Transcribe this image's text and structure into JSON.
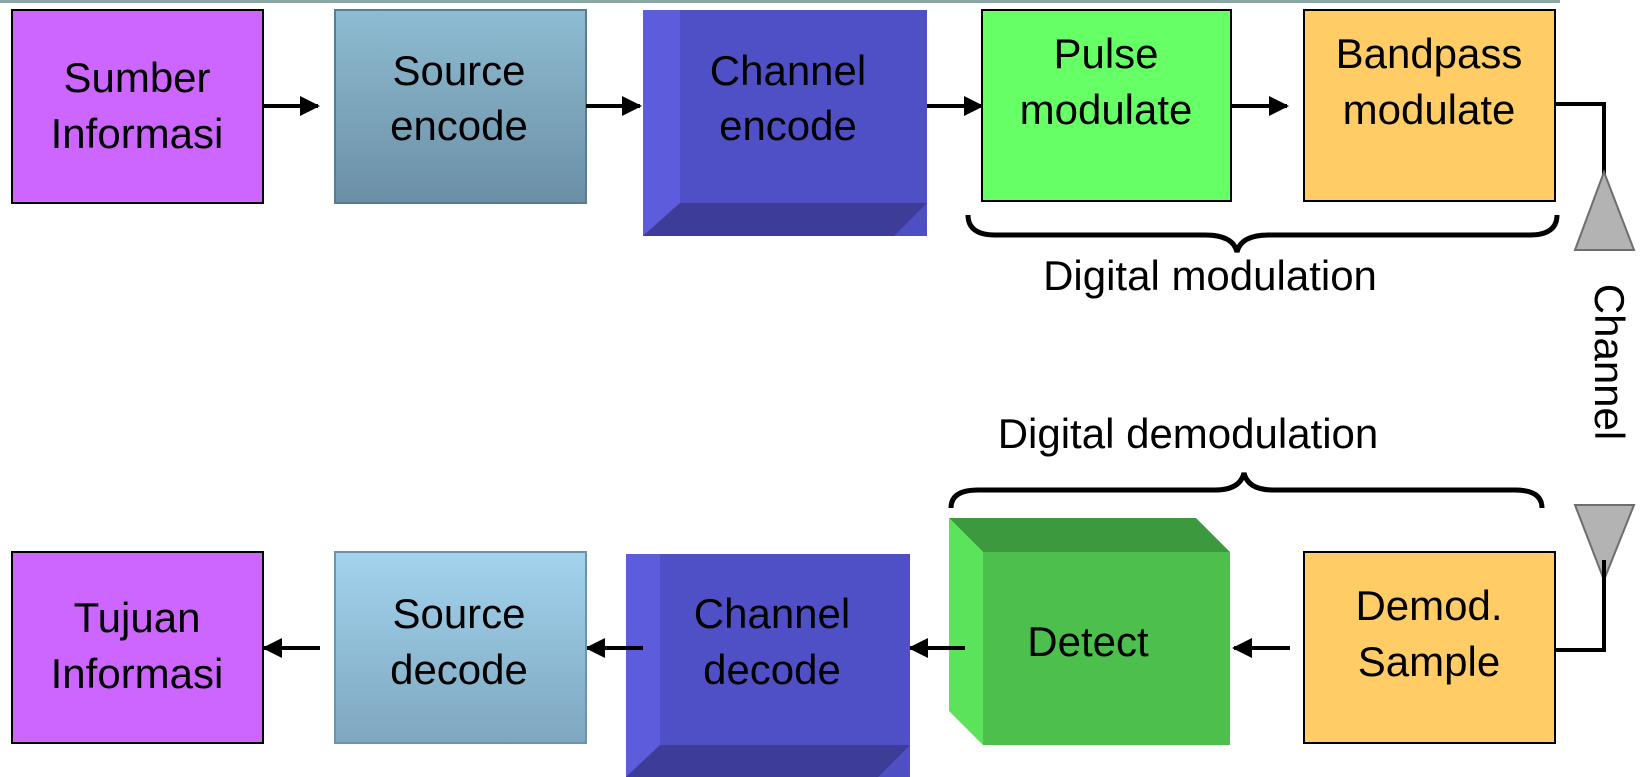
{
  "blocks": {
    "sumber": {
      "line1": "Sumber",
      "line2": "Informasi"
    },
    "source_encode": {
      "line1": "Source",
      "line2": "encode"
    },
    "channel_encode": {
      "line1": "Channel",
      "line2": "encode"
    },
    "pulse_modulate": {
      "line1": "Pulse",
      "line2": "modulate"
    },
    "bandpass_modulate": {
      "line1": "Bandpass",
      "line2": "modulate"
    },
    "demod_sample": {
      "line1": "Demod.",
      "line2": "Sample"
    },
    "detect": {
      "line1": "Detect"
    },
    "channel_decode": {
      "line1": "Channel",
      "line2": "decode"
    },
    "source_decode": {
      "line1": "Source",
      "line2": "decode"
    },
    "tujuan": {
      "line1": "Tujuan",
      "line2": "Informasi"
    }
  },
  "captions": {
    "digital_modulation": "Digital modulation",
    "digital_demodulation": "Digital demodulation",
    "channel": "Channel"
  },
  "colors": {
    "purple": "#cc66ff",
    "steel_blue": "#7fa9c2",
    "light_blue": "#92c3df",
    "indigo": "#4f4fc4",
    "bright_green": "#66ff66",
    "detect_green": "#4cbf4c",
    "orange": "#ffcc66",
    "antenna_gray": "#b3b3b3"
  }
}
